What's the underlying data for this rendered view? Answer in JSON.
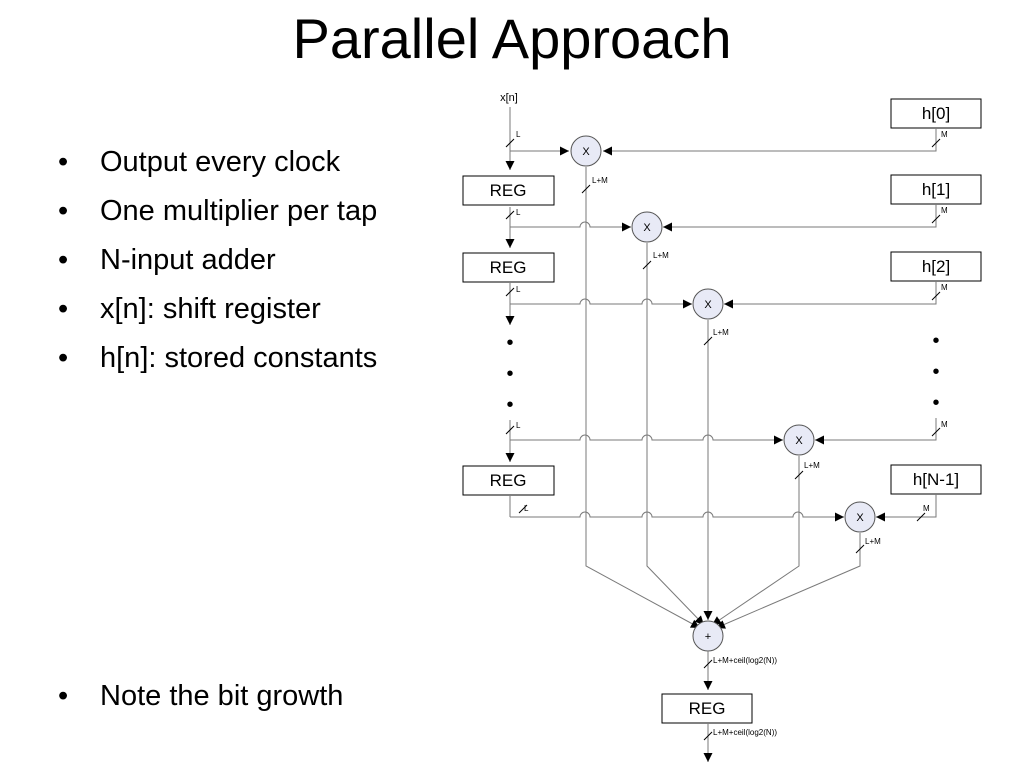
{
  "title": "Parallel Approach",
  "bullets": [
    "Output every clock",
    "One multiplier per tap",
    "N-input adder",
    "x[n]: shift register",
    "h[n]: stored constants"
  ],
  "bullets_bottom": [
    "Note the bit growth"
  ],
  "bullet_glyph": "•",
  "diagram": {
    "input_label": "x[n]",
    "reg_label": "REG",
    "coefficients": [
      "h[0]",
      "h[1]",
      "h[2]",
      "h[N-1]"
    ],
    "multiplier_symbol": "X",
    "adder_symbol": "+",
    "width_x": "L",
    "width_h": "M",
    "width_product": "L+M",
    "width_sum": "L+M+ceil(log2(N))",
    "ellipsis": "•"
  }
}
